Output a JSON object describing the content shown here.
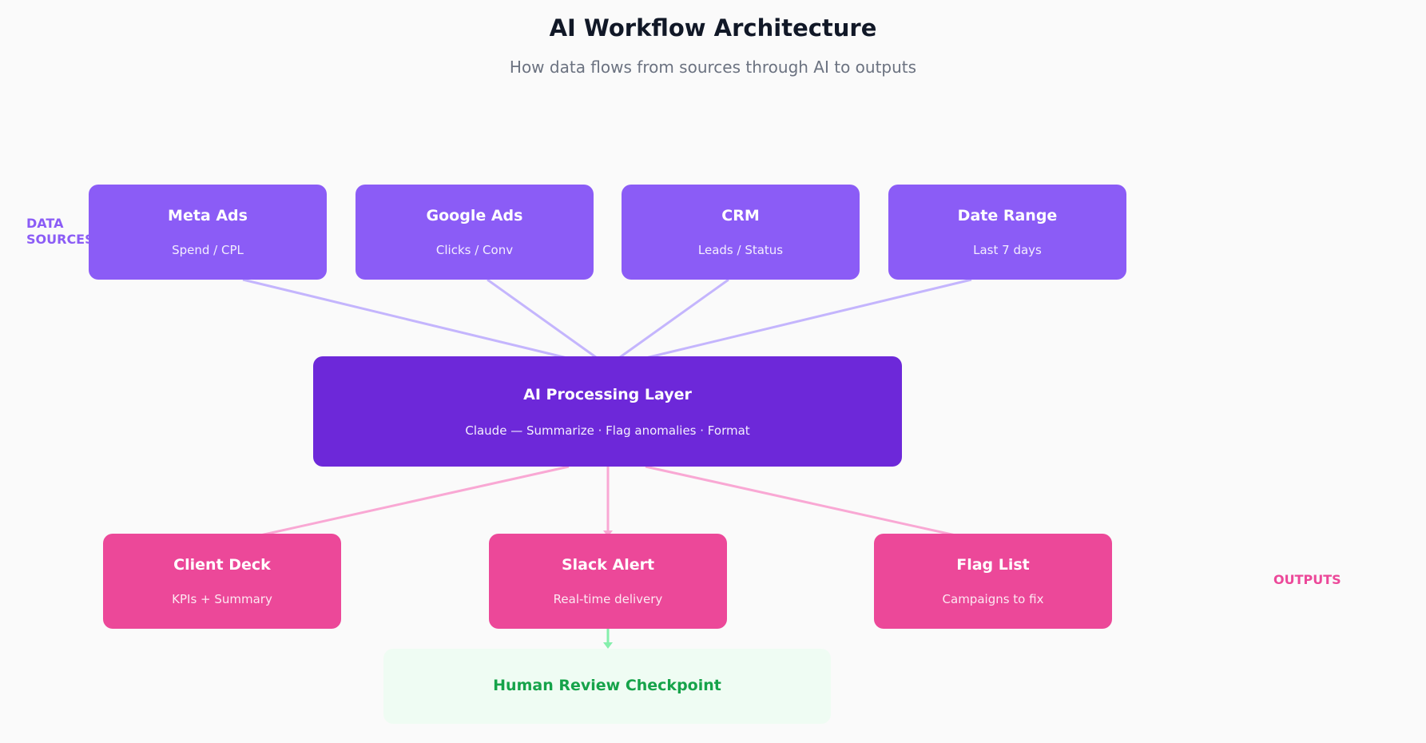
{
  "title": "AI Workflow Architecture",
  "subtitle": "How data flows from sources through AI to outputs",
  "labels": {
    "sources": "DATA SOURCES",
    "outputs": "OUTPUTS"
  },
  "sources": [
    {
      "title": "Meta Ads",
      "subtitle": "Spend / CPL"
    },
    {
      "title": "Google Ads",
      "subtitle": "Clicks / Conv"
    },
    {
      "title": "CRM",
      "subtitle": "Leads / Status"
    },
    {
      "title": "Date Range",
      "subtitle": "Last 7 days"
    }
  ],
  "processing": {
    "title": "AI Processing Layer",
    "subtitle": "Claude — Summarize · Flag anomalies · Format"
  },
  "outputs": [
    {
      "title": "Client Deck",
      "subtitle": "KPIs + Summary"
    },
    {
      "title": "Slack Alert",
      "subtitle": "Real-time delivery"
    },
    {
      "title": "Flag List",
      "subtitle": "Campaigns to fix"
    }
  ],
  "review": {
    "title": "Human Review Checkpoint"
  },
  "colors": {
    "source": "#8b5cf6",
    "processing": "#6d28d9",
    "output": "#ec4899",
    "review_bg": "#effcf3",
    "review_text": "#16a34a",
    "input_connector": "#c4b5fd",
    "output_connector": "#f9a8d4",
    "review_connector": "#86efac"
  }
}
